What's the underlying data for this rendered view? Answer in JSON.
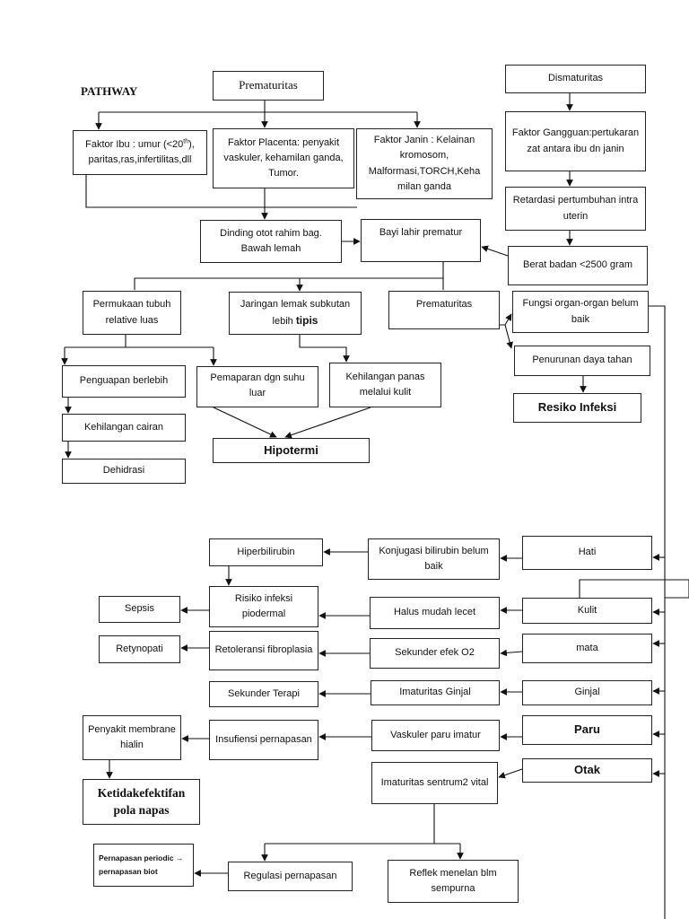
{
  "title": "PATHWAY",
  "nodes": {
    "prematuritas_top": "Prematuritas",
    "dismaturitas": "Dismaturitas",
    "faktor_ibu": "Faktor Ibu : umur (<20th), paritas,ras,infertilitas,dll",
    "faktor_placenta": "Faktor Placenta: penyakit vaskuler, kehamilan ganda, Tumor.",
    "faktor_janin": "Faktor Janin : Kelainan kromosom, Malforma­si,TORCH,Keha milan ganda",
    "faktor_gangguan": "Faktor Gangguan:pertukaran zat antara ibu dn janin",
    "retardasi": "Retardasi pertumbuhan intra uterin",
    "berat_badan": "Berat badan <2500 gram",
    "dinding_otot": "Dinding otot rahim bag. Bawah lemah",
    "bayi_lahir": "Bayi lahir prematur",
    "permukaan_tubuh": "Permukaan tubuh relative luas",
    "jaringan_lemak": "Jaringan lemak subkutan lebih tipis",
    "prematuritas_mid": "Prematuritas",
    "fungsi_organ": "Fungsi organ-organ belum baik",
    "penurunan_daya": "Penurunan daya tahan",
    "resiko_infeksi": "Resiko Infeksi",
    "penguapan": "Penguapan berlebih",
    "pemaparan": "Pemaparan dgn suhu luar",
    "kehilangan_panas": "Kehilangan panas melalui kulit",
    "kehilangan_cairan": "Kehilangan cairan",
    "hipotermi": "Hipotermi",
    "dehidrasi": "Dehidrasi",
    "hati": "Hati",
    "konjugasi": "Konjugasi bilirubin belum baik",
    "hiperbilirubin": "Hiperbilirubin",
    "kulit": "Kulit",
    "halus": "Halus mudah lecet",
    "risiko_infeksi_piodermal": "Risiko infeksi piodermal",
    "sepsis": "Sepsis",
    "mata": "mata",
    "sekunder_o2": "Sekunder efek O2",
    "retoleransi": "Retoleransi fibroplasia",
    "retynopati": "Retynopati",
    "ginjal": "Ginjal",
    "imaturitas_ginjal": "Imaturitas Ginjal",
    "sekunder_terapi": "Sekunder Terapi",
    "paru": "Paru",
    "vaskuler_paru": "Vaskuler paru imatur",
    "insufiensi": "Insufiensi pernapasan",
    "penyakit_membrane": "Penyakit membrane hialin",
    "otak": "Otak",
    "imaturitas_sentrum": "Imaturitas sentrum2 vital",
    "ketidakefektifan": "Ketidakefektifan pola napas",
    "pernapasan_periodic": "Pernapasan periodic → pernapasan biot",
    "regulasi": "Regulasi pernapasan",
    "reflek_menelan": "Reflek menelan blm sempurna"
  }
}
